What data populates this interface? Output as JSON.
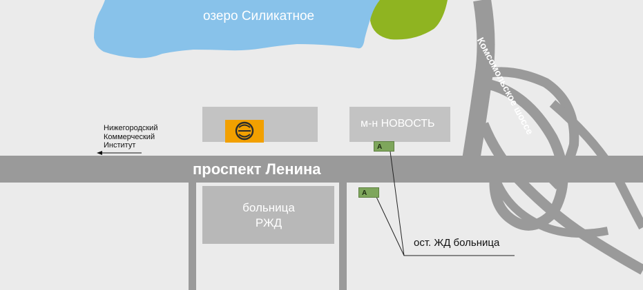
{
  "map": {
    "lake_name": "озеро Силикатное",
    "avenue_name": "проспект Ленина",
    "highway_name": "Комсомольское шоссе",
    "shop_name": "м-н НОВОСТЬ",
    "hospital_name": "больница\nРЖД",
    "bus_stop_label": "ост. ЖД больница",
    "bus_stop_marker": "А",
    "direction": {
      "line1": "Нижегородский",
      "line2": "Коммерческий",
      "line3": "Институт"
    },
    "icons": {
      "company_logo": "e-logo-icon",
      "direction_arrow": "arrow-left-icon"
    },
    "colors": {
      "background": "#ebebeb",
      "road": "#9a9a9a",
      "building": "#c3c3c3",
      "water": "#88c2ea",
      "park": "#8fb421",
      "logo": "#f2a000",
      "stop_marker": "#7ea65c"
    }
  }
}
